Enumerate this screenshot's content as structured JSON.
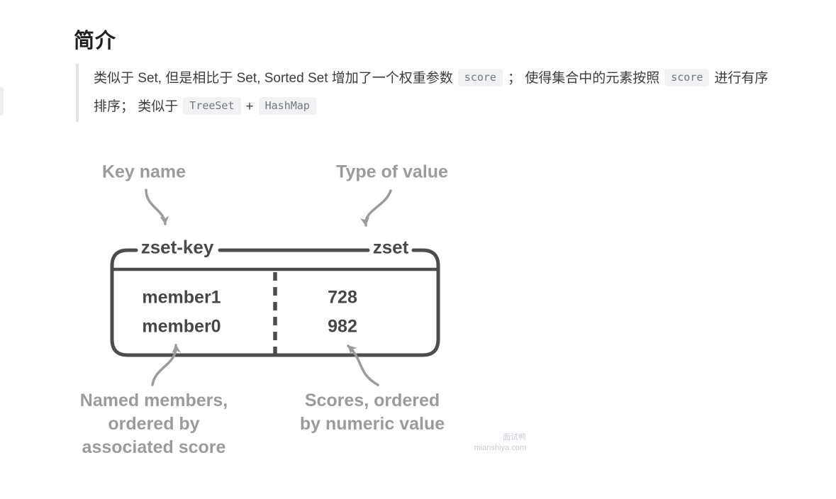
{
  "page": {
    "title": "简介"
  },
  "quote": {
    "line1": {
      "t1": "类似于 Set, 但是相比于 Set, Sorted Set 增加了一个权重参数",
      "c1": "score",
      "t2": "；  使得集合中的元素按照",
      "c2": "score",
      "t3": "进行有序"
    },
    "line2": {
      "t1": "排序；  类似于",
      "c1": "TreeSet",
      "t2": "+",
      "c2": "HashMap"
    }
  },
  "diagram": {
    "key_label": "Key name",
    "type_label": "Type of value",
    "key_name": "zset-key",
    "type_value": "zset",
    "rows": [
      {
        "member": "member1",
        "score": "728"
      },
      {
        "member": "member0",
        "score": "982"
      }
    ],
    "members_caption": {
      "l1": "Named members,",
      "l2": "ordered by",
      "l3": "associated score"
    },
    "scores_caption": {
      "l1": "Scores, ordered",
      "l2": "by numeric value"
    },
    "colors": {
      "outline": "#4d4d4d",
      "gray": "#9b9b9b",
      "text": "#474747"
    }
  },
  "watermark": {
    "l1": "面试鸭",
    "l2": "mianshiya.com"
  }
}
